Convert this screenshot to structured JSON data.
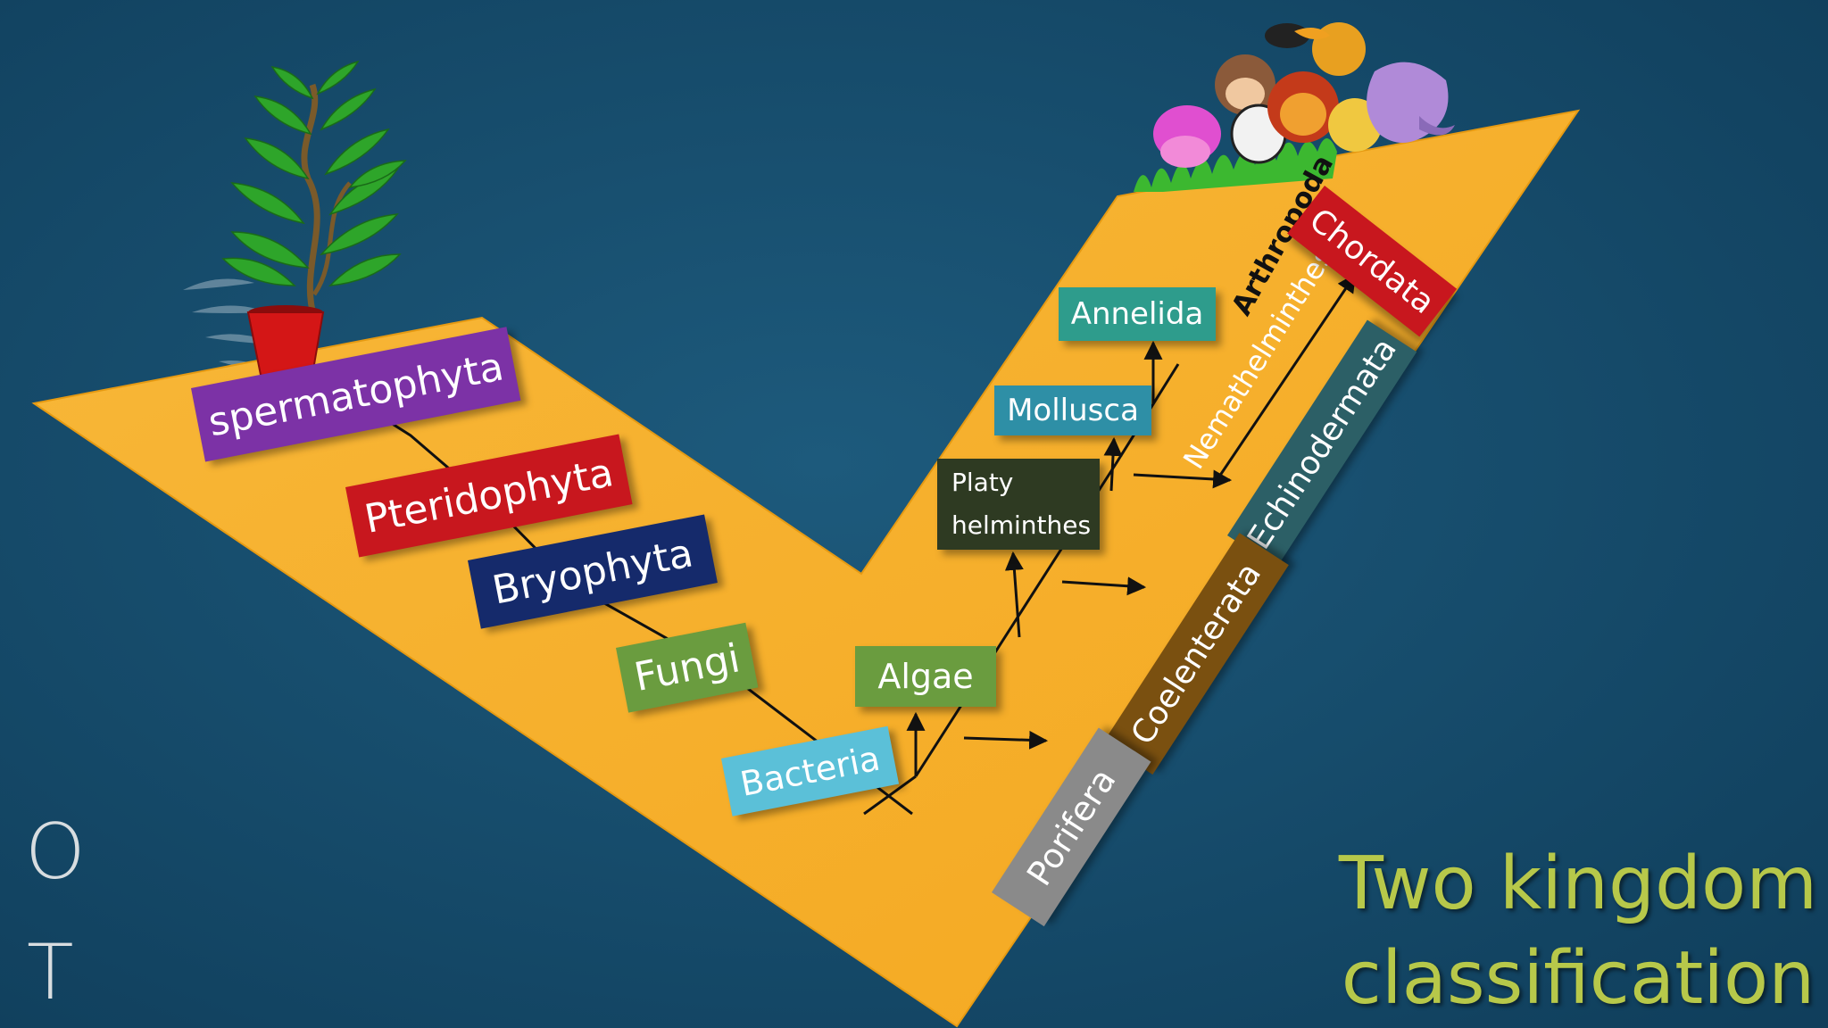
{
  "colors": {
    "background": "#144a6b",
    "board": "#f7b22f",
    "connector": "#111111",
    "title": "#b7c84a"
  },
  "plant_labels": [
    {
      "text": "spermatophyta",
      "color": "#7c32a6"
    },
    {
      "text": "Pteridophyta",
      "color": "#c8171e"
    },
    {
      "text": "Bryophyta",
      "color": "#152a6b"
    },
    {
      "text": "Fungi",
      "color": "#6a9c3f"
    },
    {
      "text": "Bacteria",
      "color": "#5bc0d8"
    }
  ],
  "animal_labels": {
    "algae": {
      "text": "Algae",
      "color": "#6a9c3f"
    },
    "platy": {
      "line1": "Platy",
      "line2": "helminthes",
      "color": "#2e3a22"
    },
    "mollusca": {
      "text": "Mollusca",
      "color": "#2e8fa6"
    },
    "annelida": {
      "text": "Annelida",
      "color": "#2e9c8c"
    },
    "arthropoda": {
      "text": "Arthropoda"
    },
    "nemathelminthes": {
      "text": "Nemathelminthes"
    },
    "chordata": {
      "text": "Chordata",
      "color": "#c8171e"
    },
    "echinodermata": {
      "text": "Echinodermata",
      "color": "#2c5f66"
    },
    "coelenterata": {
      "text": "Coelenterata",
      "color": "#7a5010"
    },
    "porifera": {
      "text": "Porifera",
      "color": "#8a8a8a"
    }
  },
  "title": {
    "line1": "Two kingdom",
    "line2": "classification"
  },
  "side_letters": [
    "O",
    "T"
  ],
  "icons": [
    "plant-pot-icon",
    "animal-group-icon",
    "leaf-watermark-icon"
  ]
}
